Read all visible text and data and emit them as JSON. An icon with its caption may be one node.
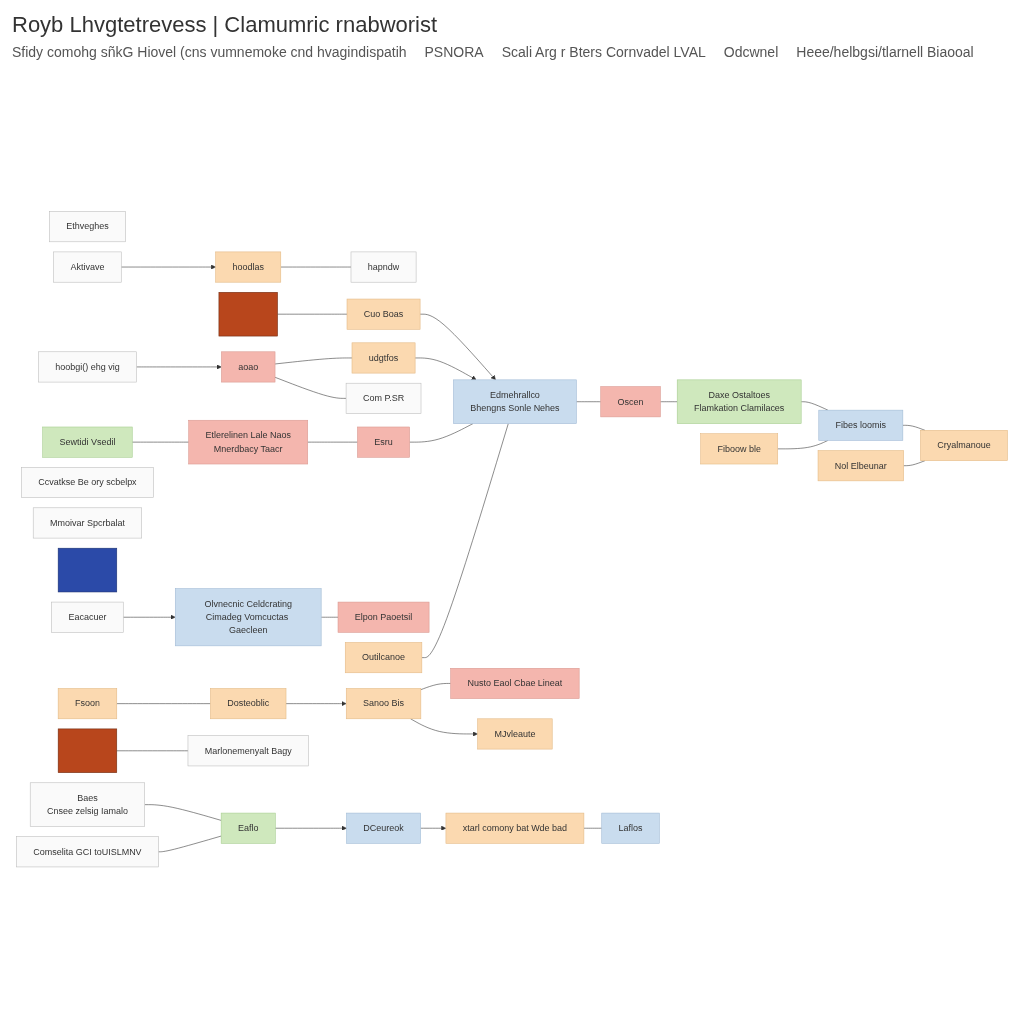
{
  "diagram": {
    "title": "Royb Lhvgtetrevess | Clamumric rnabworist",
    "nodes": [
      {
        "text": [],
        "shape": "box"
      },
      {
        "text": [
          "Ethveghes"
        ]
      },
      {
        "text": [
          "Aktivave"
        ]
      },
      {
        "text": [
          "hoodlas"
        ]
      },
      {
        "text": [
          "hapndw"
        ]
      },
      {
        "text": [
          "Cuo Boas"
        ]
      },
      {
        "text": [
          "hoobgi() ehg vig"
        ]
      },
      {
        "text": [
          "aoao"
        ]
      },
      {
        "text": [
          "udgtfos"
        ]
      },
      {
        "text": [
          "Com P.SR"
        ]
      },
      {
        "text": [
          "Sewtidi Vsedil"
        ]
      },
      {
        "text": [
          "Ccvatkse Be ory scbelpx"
        ]
      },
      {
        "text": [
          "Mmoivar Spcrbalat"
        ]
      },
      {
        "text": [
          "Etlerelinen Lale Naos",
          "Mnerdbacy Taacr"
        ]
      },
      {
        "text": [],
        "shape": "box"
      },
      {
        "text": [
          "Eacacuer"
        ]
      },
      {
        "text": [
          "Olvnecnic Celdcrating",
          "Cimadeg Vomcuctas Gaecleen"
        ]
      },
      {
        "text": [
          "Outilcanoe"
        ]
      },
      {
        "text": [
          "Elpon Paoetsil"
        ]
      },
      {
        "text": [
          "Esru"
        ]
      },
      {
        "text": [
          "Edmehrallco",
          "Bhengns Sonle Nehes"
        ]
      },
      {
        "text": [
          "Oscen"
        ]
      },
      {
        "text": [
          "Daxe Ostaltoes",
          "Flamkation Clamilaces"
        ]
      },
      {
        "text": [
          "Fibes loomis"
        ]
      },
      {
        "text": [
          "Cryalmanoue"
        ]
      },
      {
        "text": [
          "Fsoon"
        ]
      },
      {
        "text": [
          "Dosteoblic"
        ]
      },
      {
        "text": [
          "Sanoo Bis"
        ]
      },
      {
        "text": [
          "Nusto Eaol Cbae Lineat"
        ]
      },
      {
        "text": [],
        "shape": "box"
      },
      {
        "text": [
          "Marlonemenyalt Bagy"
        ]
      },
      {
        "text": [
          "MJvleaute"
        ]
      },
      {
        "text": [
          "Fiboow ble"
        ]
      },
      {
        "text": [
          "Nol Elbeunar"
        ]
      },
      {
        "text": [
          "Baes",
          "Cnsee zelsig Iamalo"
        ]
      },
      {
        "text": [
          "Comselita GCI toUISLMNV"
        ]
      },
      {
        "text": [
          "Eaflo"
        ]
      },
      {
        "text": [
          "DCeureok"
        ]
      },
      {
        "text": [
          "xtarl comony bat Wde bad"
        ]
      },
      {
        "text": [
          "Laflos"
        ]
      }
    ],
    "edges": [
      {
        "from": 2,
        "to": 3,
        "arrow": "to"
      },
      {
        "from": 3,
        "to": 4,
        "arrow": "none"
      },
      {
        "from": 0,
        "to": 5,
        "arrow": "none"
      },
      {
        "from": 5,
        "to": 20,
        "arrow": "to"
      },
      {
        "from": 6,
        "to": 7,
        "arrow": "to"
      },
      {
        "from": 7,
        "to": 8,
        "arrow": "none"
      },
      {
        "from": 8,
        "to": 20,
        "arrow": "to"
      },
      {
        "from": 7,
        "to": 9,
        "arrow": "none"
      },
      {
        "from": 10,
        "to": 13,
        "arrow": "none"
      },
      {
        "from": 13,
        "to": 19,
        "arrow": "none"
      },
      {
        "from": 15,
        "to": 16,
        "arrow": "to"
      },
      {
        "from": 16,
        "to": 18,
        "arrow": "none"
      },
      {
        "from": 19,
        "to": 20,
        "arrow": "none"
      },
      {
        "from": 17,
        "to": 20,
        "arrow": "none"
      },
      {
        "from": 20,
        "to": 21,
        "arrow": "none"
      },
      {
        "from": 21,
        "to": 22,
        "arrow": "none"
      },
      {
        "from": 22,
        "to": 23,
        "arrow": "none"
      },
      {
        "from": 23,
        "to": 24,
        "arrow": "none"
      },
      {
        "from": 25,
        "to": 26,
        "arrow": "none"
      },
      {
        "from": 26,
        "to": 27,
        "arrow": "to"
      },
      {
        "from": 27,
        "to": 28,
        "arrow": "none"
      },
      {
        "from": 29,
        "to": 30,
        "arrow": "none"
      },
      {
        "from": 27,
        "to": 31,
        "arrow": "to"
      },
      {
        "from": 33,
        "to": 24,
        "arrow": "none"
      },
      {
        "from": 32,
        "to": 23,
        "arrow": "none"
      },
      {
        "from": 34,
        "to": 36,
        "arrow": "none"
      },
      {
        "from": 35,
        "to": 36,
        "arrow": "none"
      },
      {
        "from": 36,
        "to": 37,
        "arrow": "to"
      },
      {
        "from": 37,
        "to": 38,
        "arrow": "to"
      },
      {
        "from": 38,
        "to": 39,
        "arrow": "none"
      }
    ],
    "labels": [
      "Sfidy comohg sñkG Hiovel (cns vumnemoke cnd hvagindispatih",
      "PSNORA",
      "Scali Arg r Bters Cornvadel LVAL",
      "Odcwnel",
      "Heee/helbgsi/tlarnell Biaooal"
    ]
  }
}
